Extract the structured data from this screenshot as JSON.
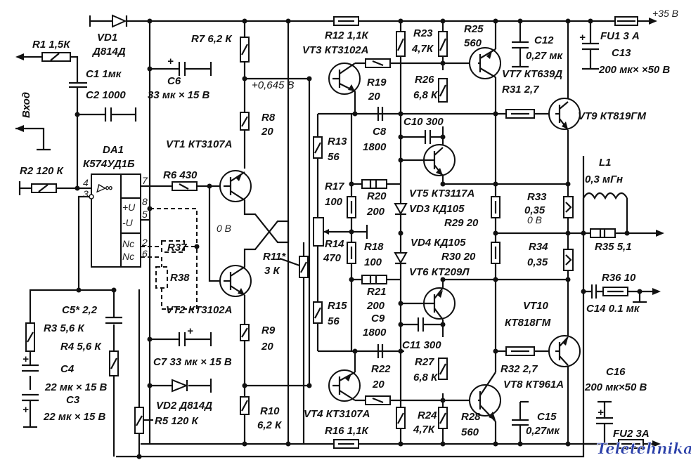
{
  "diagram": {
    "title": "Power amplifier schematic (K574UD1B driver + complementary output stage)",
    "supply": {
      "positive": "+35 В",
      "watermark": "Teletehnika"
    },
    "input": {
      "label": "Вход"
    },
    "components": {
      "R1": {
        "ref": "R1",
        "value": "1,5К"
      },
      "R2": {
        "ref": "R2",
        "value": "120 К"
      },
      "R3": {
        "ref": "R3",
        "value": "5,6 К"
      },
      "R4": {
        "ref": "R4",
        "value": "5,6 К"
      },
      "R5": {
        "ref": "R5",
        "value": "120 К"
      },
      "R6": {
        "ref": "R6",
        "value": "430"
      },
      "R7": {
        "ref": "R7",
        "value": "6,2 К"
      },
      "R8": {
        "ref": "R8",
        "value": "20"
      },
      "R9": {
        "ref": "R9",
        "value": "20"
      },
      "R10": {
        "ref": "R10",
        "value": "6,2 К"
      },
      "R11": {
        "ref": "R11*",
        "value": "3 К"
      },
      "R12": {
        "ref": "R12",
        "value": "1,1К"
      },
      "R13": {
        "ref": "R13",
        "value": "56"
      },
      "R14": {
        "ref": "R14",
        "value": "470"
      },
      "R15": {
        "ref": "R15",
        "value": "56"
      },
      "R16": {
        "ref": "R16",
        "value": "1,1К"
      },
      "R17": {
        "ref": "R17",
        "value": "100"
      },
      "R18": {
        "ref": "R18",
        "value": "100"
      },
      "R19": {
        "ref": "R19",
        "value": "20"
      },
      "R20": {
        "ref": "R20",
        "value": "200"
      },
      "R21": {
        "ref": "R21",
        "value": "200"
      },
      "R22": {
        "ref": "R22",
        "value": "20"
      },
      "R23": {
        "ref": "R23",
        "value": "4,7К"
      },
      "R24": {
        "ref": "R24",
        "value": "4,7К"
      },
      "R25": {
        "ref": "R25",
        "value": "560"
      },
      "R26": {
        "ref": "R26",
        "value": "6,8 К"
      },
      "R27": {
        "ref": "R27",
        "value": "6,8 К"
      },
      "R28": {
        "ref": "R28",
        "value": "560"
      },
      "R29": {
        "ref": "R29",
        "value": "20"
      },
      "R30": {
        "ref": "R30",
        "value": "20"
      },
      "R31": {
        "ref": "R31",
        "value": "2,7"
      },
      "R32": {
        "ref": "R32",
        "value": "2,7"
      },
      "R33": {
        "ref": "R33",
        "value": "0,35"
      },
      "R34": {
        "ref": "R34",
        "value": "0,35"
      },
      "R35": {
        "ref": "R35",
        "value": "5,1"
      },
      "R36": {
        "ref": "R36",
        "value": "10"
      },
      "R37": {
        "ref": "R37",
        "value": ""
      },
      "R38": {
        "ref": "R38",
        "value": ""
      },
      "C1": {
        "ref": "C1",
        "value": "1мк"
      },
      "C2": {
        "ref": "C2",
        "value": "1000"
      },
      "C3": {
        "ref": "C3",
        "value": "22 мк × 15 В"
      },
      "C4": {
        "ref": "C4",
        "value": "22 мк × 15 В"
      },
      "C5": {
        "ref": "C5*",
        "value": "2,2"
      },
      "C6": {
        "ref": "C6",
        "value": "33 мк × 15 В"
      },
      "C7": {
        "ref": "C7",
        "value": "33 мк × 15 В"
      },
      "C8": {
        "ref": "C8",
        "value": "1800"
      },
      "C9": {
        "ref": "C9",
        "value": "1800"
      },
      "C10": {
        "ref": "C10",
        "value": "300"
      },
      "C11": {
        "ref": "C11",
        "value": "300"
      },
      "C12": {
        "ref": "C12",
        "value": "0,27 мк"
      },
      "C13": {
        "ref": "C13",
        "value": "200 мк× ×50 В"
      },
      "C14": {
        "ref": "C14",
        "value": "0.1 мк"
      },
      "C15": {
        "ref": "C15",
        "value": "0,27мк"
      },
      "C16": {
        "ref": "C16",
        "value": "200 мк×50 В"
      },
      "L1": {
        "ref": "L1",
        "value": "0,3 мГн"
      },
      "FU1": {
        "ref": "FU1",
        "value": "3 А"
      },
      "FU2": {
        "ref": "FU2",
        "value": "3А"
      },
      "VD1": {
        "ref": "VD1",
        "value": "Д814Д"
      },
      "VD2": {
        "ref": "VD2",
        "value": "Д814Д"
      },
      "VD3": {
        "ref": "VD3",
        "value": "КД105"
      },
      "VD4": {
        "ref": "VD4",
        "value": "КД105"
      },
      "DA1": {
        "ref": "DA1",
        "value": "К574УД1Б"
      },
      "VT1": {
        "ref": "VT1",
        "value": "КТ3107А"
      },
      "VT2": {
        "ref": "VT2",
        "value": "КТ3102А"
      },
      "VT3": {
        "ref": "VT3",
        "value": "КТ3102А"
      },
      "VT4": {
        "ref": "VT4",
        "value": "КТ3107А"
      },
      "VT5": {
        "ref": "VT5",
        "value": "КТ3117А"
      },
      "VT6": {
        "ref": "VT6",
        "value": "КТ209Л"
      },
      "VT7": {
        "ref": "VT7",
        "value": "КТ639Д"
      },
      "VT8": {
        "ref": "VT8",
        "value": "КТ961А"
      },
      "VT9": {
        "ref": "VT9",
        "value": "КТ819ГМ"
      },
      "VT10": {
        "ref": "VT10",
        "value": "КТ818ГМ"
      }
    },
    "opamp_pins": {
      "p4": "4",
      "p3": "3",
      "p7": "7",
      "p8": "8",
      "p5": "5",
      "p2": "2",
      "p6": "6",
      "vplus": "+U",
      "vminus": "-U",
      "nc1": "Nc",
      "nc2": "Nc",
      "symbol": "▷∞"
    },
    "voltages": {
      "v_bias": "+0,645 В",
      "v_zero_left": "0 В",
      "v_zero_right": "0 В"
    }
  }
}
